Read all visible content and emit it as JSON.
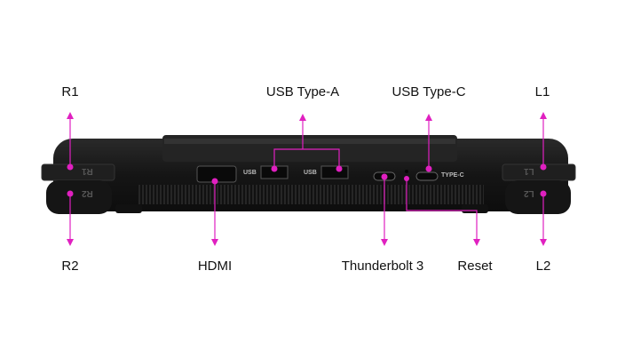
{
  "labels": {
    "r1": "R1",
    "usb_type_a": "USB Type-A",
    "usb_type_c": "USB Type-C",
    "l1": "L1",
    "r2": "R2",
    "hdmi": "HDMI",
    "thunderbolt": "Thunderbolt 3",
    "reset": "Reset",
    "l2": "L2"
  },
  "device_markings": {
    "r1": "R1",
    "r2": "R2",
    "l1": "L1",
    "l2": "L2",
    "usb_left": "USB",
    "usb_right": "USB",
    "type_c": "TYPE-C"
  },
  "colors": {
    "accent": "#e020c0",
    "body": "#1a1a1a"
  }
}
